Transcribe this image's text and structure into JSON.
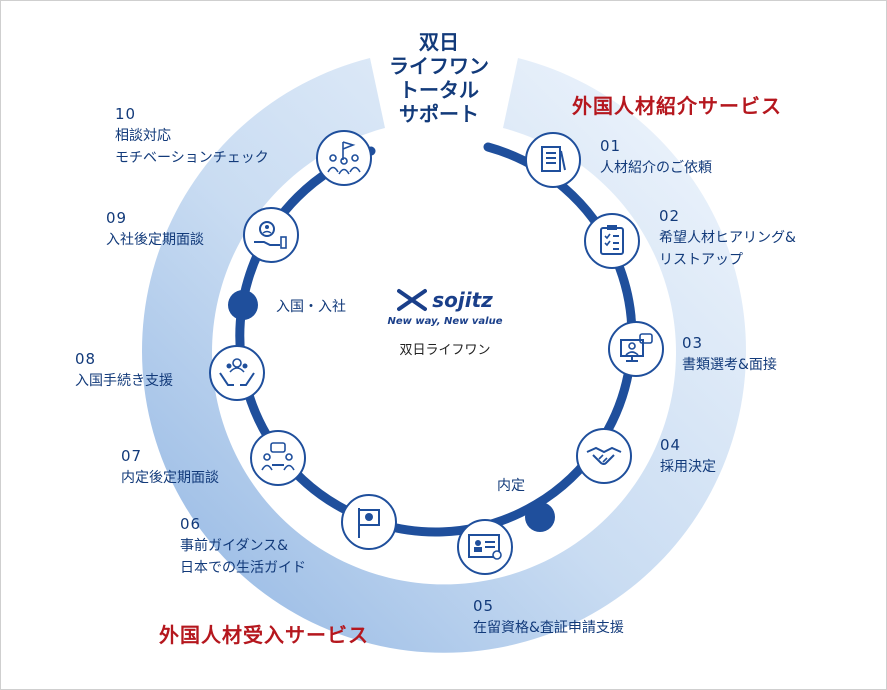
{
  "center_title": [
    "双日",
    "ライフワン",
    "トータル",
    "サポート"
  ],
  "sections": {
    "introduction": "外国人材紹介サービス",
    "acceptance": "外国人材受入サービス"
  },
  "milestones": {
    "offer": "内定",
    "entry": "入国・入社"
  },
  "logo": {
    "wordmark": "sojitz",
    "tagline": "New way, New value",
    "company": "双日ライフワン"
  },
  "steps": [
    {
      "num": "01",
      "lines": [
        "人材紹介のご依頼"
      ],
      "icon": "document-icon"
    },
    {
      "num": "02",
      "lines": [
        "希望人材ヒアリング&",
        "リストアップ"
      ],
      "icon": "checklist-icon"
    },
    {
      "num": "03",
      "lines": [
        "書類選考&面接"
      ],
      "icon": "video-interview-icon"
    },
    {
      "num": "04",
      "lines": [
        "採用決定"
      ],
      "icon": "handshake-icon"
    },
    {
      "num": "05",
      "lines": [
        "在留資格&査証申請支援"
      ],
      "icon": "certificate-icon"
    },
    {
      "num": "06",
      "lines": [
        "事前ガイダンス&",
        "日本での生活ガイド"
      ],
      "icon": "japan-flag-icon"
    },
    {
      "num": "07",
      "lines": [
        "内定後定期面談"
      ],
      "icon": "meeting-icon"
    },
    {
      "num": "08",
      "lines": [
        "入国手続き支援"
      ],
      "icon": "support-hands-icon"
    },
    {
      "num": "09",
      "lines": [
        "入社後定期面談"
      ],
      "icon": "person-hand-icon"
    },
    {
      "num": "10",
      "lines": [
        "相談対応",
        "モチベーションチェック"
      ],
      "icon": "cheering-team-icon"
    }
  ],
  "colors": {
    "ring": "#1f4f9c",
    "text": "#123a7a",
    "section_text": "#b5171e",
    "band_light": "#e8f1fb",
    "band_dark": "#8fb4e2"
  }
}
